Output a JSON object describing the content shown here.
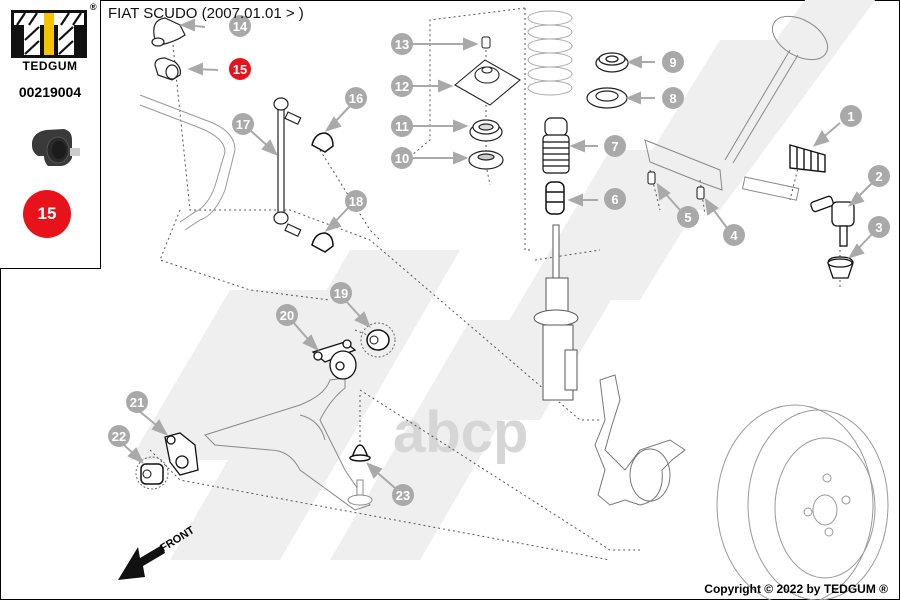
{
  "header": {
    "title": "FIAT SCUDO (2007.01.01 > )"
  },
  "sidepanel": {
    "brand": "TEDGUM",
    "registered_mark": "®",
    "part_number": "00219004",
    "highlighted_position": "15",
    "thumbnail": "stabilizer-bushing-photo"
  },
  "callouts": [
    {
      "number": "1",
      "highlighted": false
    },
    {
      "number": "2",
      "highlighted": false
    },
    {
      "number": "3",
      "highlighted": false
    },
    {
      "number": "4",
      "highlighted": false
    },
    {
      "number": "5",
      "highlighted": false
    },
    {
      "number": "6",
      "highlighted": false
    },
    {
      "number": "7",
      "highlighted": false
    },
    {
      "number": "8",
      "highlighted": false
    },
    {
      "number": "9",
      "highlighted": false
    },
    {
      "number": "10",
      "highlighted": false
    },
    {
      "number": "11",
      "highlighted": false
    },
    {
      "number": "12",
      "highlighted": false
    },
    {
      "number": "13",
      "highlighted": false
    },
    {
      "number": "14",
      "highlighted": false
    },
    {
      "number": "15",
      "highlighted": true
    },
    {
      "number": "16",
      "highlighted": false
    },
    {
      "number": "17",
      "highlighted": false
    },
    {
      "number": "18",
      "highlighted": false
    },
    {
      "number": "19",
      "highlighted": false
    },
    {
      "number": "20",
      "highlighted": false
    },
    {
      "number": "21",
      "highlighted": false
    },
    {
      "number": "22",
      "highlighted": false
    },
    {
      "number": "23",
      "highlighted": false
    }
  ],
  "direction": {
    "label": "FRONT"
  },
  "watermarks": {
    "brand": "TEDGUM",
    "site": "abcp"
  },
  "footer": {
    "copyright": "Copyright © 2022 by TEDGUM ®"
  },
  "colors": {
    "highlight": "#e8121a",
    "callout": "#a9a9a9",
    "logo_yellow": "#f5c400",
    "watermark": "#efefef"
  }
}
